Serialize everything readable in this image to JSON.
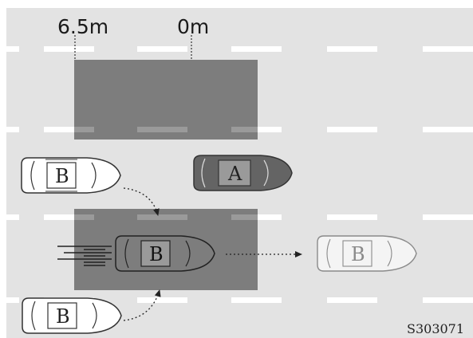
{
  "distance_labels": [
    "6.5m",
    "0m"
  ],
  "car_labels": {
    "A": "A",
    "B_rear_left": "B",
    "B_in_zone": "B",
    "B_rear_bottom": "B",
    "B_ahead": "B"
  },
  "figure_code": "S303071",
  "colors": {
    "road": "#e3e3e3",
    "lane_marking": "#ffffff",
    "zone": "#7d7d7d",
    "car_a_body": "#646464",
    "car_b_body": "#ffffff",
    "car_outline": "#333333",
    "arrow": "#222222"
  }
}
